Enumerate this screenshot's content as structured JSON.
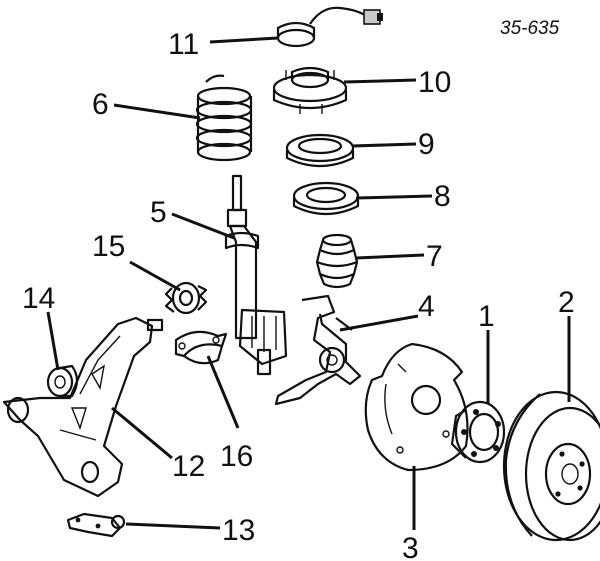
{
  "diagram": {
    "code": "35-635",
    "callouts": {
      "c1": "1",
      "c2": "2",
      "c3": "3",
      "c4": "4",
      "c5": "5",
      "c6": "6",
      "c7": "7",
      "c8": "8",
      "c9": "9",
      "c10": "10",
      "c11": "11",
      "c12": "12",
      "c13": "13",
      "c14": "14",
      "c15": "15",
      "c16": "16"
    }
  }
}
